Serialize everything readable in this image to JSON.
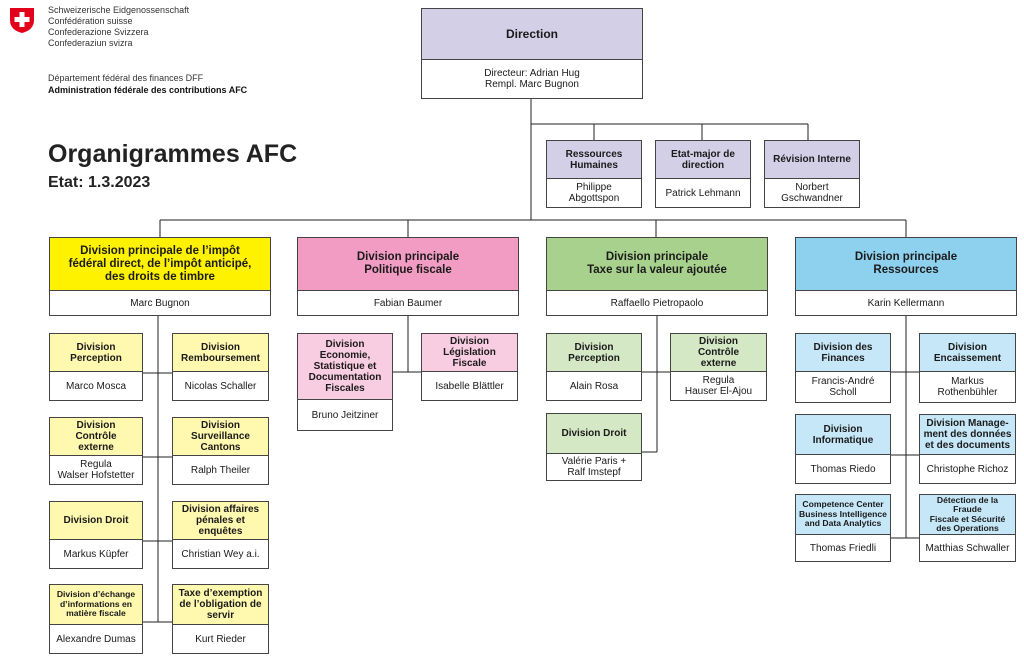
{
  "header": {
    "country_lines": [
      "Schweizerische Eidgenossenschaft",
      "Confédération suisse",
      "Confederazione Svizzera",
      "Confederaziun svizra"
    ],
    "department": "Département fédéral des finances DFF",
    "administration": "Administration fédérale des contributions AFC",
    "title": "Organigrammes AFC",
    "subtitle": "Etat: 1.3.2023"
  },
  "colors": {
    "direction": "#d3cfe6",
    "impot_direct": "#fff200",
    "impot_direct_light": "#fff9b0",
    "politique": "#f29cc3",
    "politique_light": "#f9cde1",
    "tva": "#a9d18e",
    "tva_light": "#d5e8c5",
    "ressources": "#8ed1ef",
    "ressources_light": "#c6e7f7"
  },
  "direction": {
    "title": "Direction",
    "people": "Directeur: Adrian Hug\nRempl. Marc Bugnon"
  },
  "staff": [
    {
      "title": "Ressources\nHumaines",
      "person": "Philippe\nAbgottspon"
    },
    {
      "title": "Etat-major de\ndirection",
      "person": "Patrick Lehmann"
    },
    {
      "title": "Révision Interne",
      "person": "Norbert\nGschwandner"
    }
  ],
  "main_divisions": [
    {
      "title": "Division principale de l’impôt\nfédéral direct, de l’impôt anticipé,\ndes droits de timbre",
      "person": "Marc Bugnon"
    },
    {
      "title": "Division principale\nPolitique fiscale",
      "person": "Fabian Baumer"
    },
    {
      "title": "Division principale\nTaxe sur la valeur ajoutée",
      "person": "Raffaello Pietropaolo"
    },
    {
      "title": "Division principale\nRessources",
      "person": "Karin Kellermann"
    }
  ],
  "sub_divisions": {
    "impot_direct": [
      {
        "title": "Division\nPerception",
        "person": "Marco Mosca"
      },
      {
        "title": "Division\nRemboursement",
        "person": "Nicolas Schaller"
      },
      {
        "title": "Division\nContrôle\nexterne",
        "person": "Regula\nWalser Hofstetter"
      },
      {
        "title": "Division\nSurveillance\nCantons",
        "person": "Ralph Theiler"
      },
      {
        "title": "Division Droit",
        "person": "Markus Küpfer"
      },
      {
        "title": "Division affaires\npénales et\nenquêtes",
        "person": "Christian Wey a.i."
      },
      {
        "title": "Division d’échange\nd’informations en\nmatière fiscale",
        "person": "Alexandre Dumas"
      },
      {
        "title": "Taxe d’exemption\nde l’obligation de\nservir",
        "person": "Kurt Rieder"
      }
    ],
    "politique": [
      {
        "title": "Division\nEconomie,\nStatistique et\nDocumentation\nFiscales",
        "person": "Bruno Jeitziner"
      },
      {
        "title": "Division\nLégislation\nFiscale",
        "person": "Isabelle Blättler"
      }
    ],
    "tva": [
      {
        "title": "Division\nPerception",
        "person": "Alain Rosa"
      },
      {
        "title": "Division\nContrôle\nexterne",
        "person": "Regula\nHauser El-Ajou"
      },
      {
        "title": "Division Droit",
        "person": "Valérie Paris +\nRalf Imstepf"
      }
    ],
    "ressources": [
      {
        "title": "Division des\nFinances",
        "person": "Francis-André\nScholl"
      },
      {
        "title": "Division\nEncaissement",
        "person": "Markus\nRothenbühler"
      },
      {
        "title": "Division\nInformatique",
        "person": "Thomas Riedo"
      },
      {
        "title": "Division Manage-\nment des données\net des documents",
        "person": "Christophe Richoz"
      },
      {
        "title": "Competence Center\nBusiness Intelligence\nand Data Analytics",
        "person": "Thomas Friedli"
      },
      {
        "title": "Détection de la Fraude\nFiscale et Sécurité\ndes Operations",
        "person": "Matthias Schwaller"
      }
    ]
  }
}
